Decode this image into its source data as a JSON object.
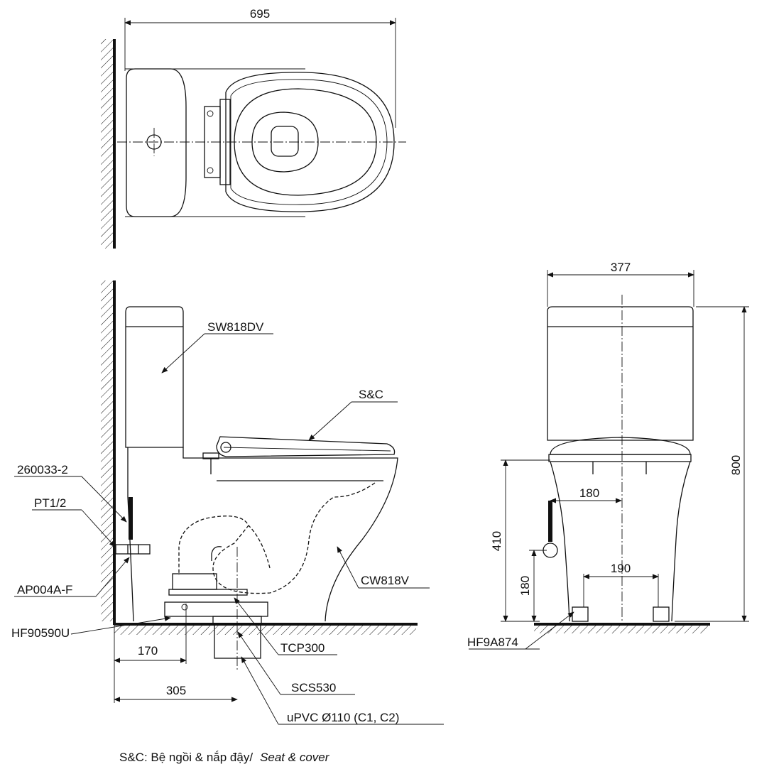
{
  "top_view": {
    "dim_length": "695"
  },
  "side_view": {
    "labels": {
      "tank": "SW818DV",
      "seat": "S&C",
      "bowl": "CW818V",
      "hose": "260033-2",
      "thread": "PT1/2",
      "valve": "AP004A-F",
      "flange": "HF90590U",
      "tcp": "TCP300",
      "scs": "SCS530",
      "pipe": "uPVC Ø110 (C1, C2)"
    },
    "dims": {
      "d170": "170",
      "d305": "305"
    }
  },
  "front_view": {
    "labels": {
      "fix": "HF9A874"
    },
    "dims": {
      "width": "377",
      "height": "800",
      "inlet_h": "410",
      "d180v": "180",
      "d180h": "180",
      "d190": "190"
    }
  },
  "caption": {
    "prefix": "S&C: Bệ ngồi & nắp đậy/",
    "english": "Seat & cover"
  }
}
